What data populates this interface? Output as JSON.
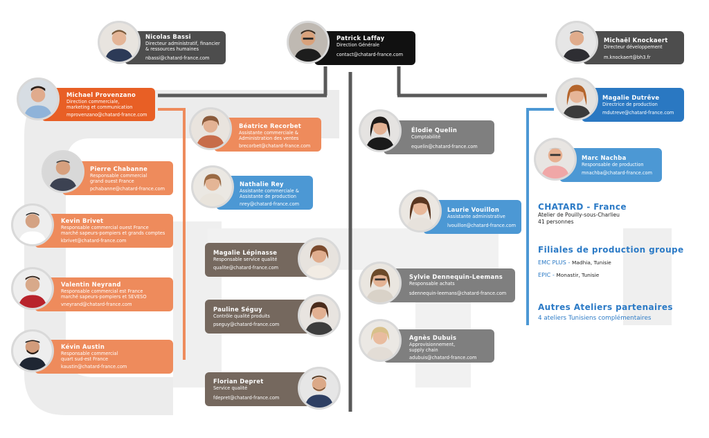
{
  "people": {
    "bassi": {
      "name": "Nicolas Bassi",
      "role": "Directeur administratif, financier\n& ressources humaines",
      "email": "nbassi@chatard-france.com"
    },
    "laffay": {
      "name": "Patrick Laffay",
      "role": "Direction Générale",
      "email": "contact@chatard-france.com"
    },
    "knockaert": {
      "name": "Michaël Knockaert",
      "role": "Directeur développement",
      "email": "m.knockaert@bh3.fr"
    },
    "provenzano": {
      "name": "Michael Provenzano",
      "role": "Direction commerciale,\nmarketing et communication",
      "email": "mprovenzano@chatard-france.com"
    },
    "recorbet": {
      "name": "Béatrice Recorbet",
      "role": "Assistante commerciale &\nAdministration des ventes",
      "email": "brecorbet@chatard-france.com"
    },
    "rey": {
      "name": "Nathalie Rey",
      "role": "Assistante commerciale &\nAssistante de production",
      "email": "nrey@chatard-france.com"
    },
    "chabanne": {
      "name": "Pierre Chabanne",
      "role": "Responsable commercial\ngrand ouest France",
      "email": "pchabanne@chatard-france.com"
    },
    "brivet": {
      "name": "Kevin Brivet",
      "role": "Responsable commercial ouest France\nmarché sapeurs-pompiers et grands comptes",
      "email": "kbrivet@chatard-france.com"
    },
    "neyrand": {
      "name": "Valentin Neyrand",
      "role": "Responsable commercial est France\nmarché sapeurs-pompiers et SEVESO",
      "email": "vneyrand@chatard-france.com"
    },
    "austin": {
      "name": "Kévin Austin",
      "role": "Responsable commercial\nquart sud-est France",
      "email": "kaustin@chatard-france.com"
    },
    "lepinasse": {
      "name": "Magalie Lépinasse",
      "role": "Responsable service qualité",
      "email": "qualite@chatard-france.com"
    },
    "seguy": {
      "name": "Pauline Séguy",
      "role": "Contrôle qualité produits",
      "email": "pseguy@chatard-france.com"
    },
    "depret": {
      "name": "Florian Depret",
      "role": "Service qualité",
      "email": "fdepret@chatard-france.com"
    },
    "quelin": {
      "name": "Élodie Quelin",
      "role": "Comptabilité",
      "email": "equelin@chatard-france.com"
    },
    "vouillon": {
      "name": "Laurie Vouillon",
      "role": "Assistante administrative",
      "email": "lvouillon@chatard-france.com"
    },
    "dennequin": {
      "name": "Sylvie Dennequin-Leemans",
      "role": "Responsable achats",
      "email": "sdennequin-leemans@chatard-france.com"
    },
    "dubuis": {
      "name": "Agnès Dubuis",
      "role": "Approvisionnement,\nsupply chain",
      "email": "adubuis@chatard-france.com"
    },
    "dutreve": {
      "name": "Magalie Dutrêve",
      "role": "Directrice de production",
      "email": "mdutreve@chatard-france.com"
    },
    "nachba": {
      "name": "Marc Nachba",
      "role": "Responsable de production",
      "email": "mnachba@chatard-france.com"
    }
  },
  "side": {
    "chatard_title": "CHATARD - France",
    "chatard_line1": "Atelier de Pouilly-sous-Charlieu",
    "chatard_line2": "41 personnes",
    "filiales_title": "Filiales de production groupe",
    "emc_name": "EMC PLUS - ",
    "emc_place": "Madhia, Tunisie",
    "epic_name": "EPIC - ",
    "epic_place": "Monastir, Tunisie",
    "autres_title": "Autres Ateliers partenaires",
    "autres_sub": "4 ateliers Tunisiens complémentaires"
  },
  "colors": {
    "orange": "#ee8b5c",
    "orange_dark": "#e85f25",
    "blue": "#4c98d4",
    "blue_dark": "#2a78c2",
    "black": "#111111",
    "grey": "#7f7f7f",
    "dark_grey": "#4d4d4d",
    "brown": "#75685e",
    "accent_text": "#2b7ac6"
  }
}
